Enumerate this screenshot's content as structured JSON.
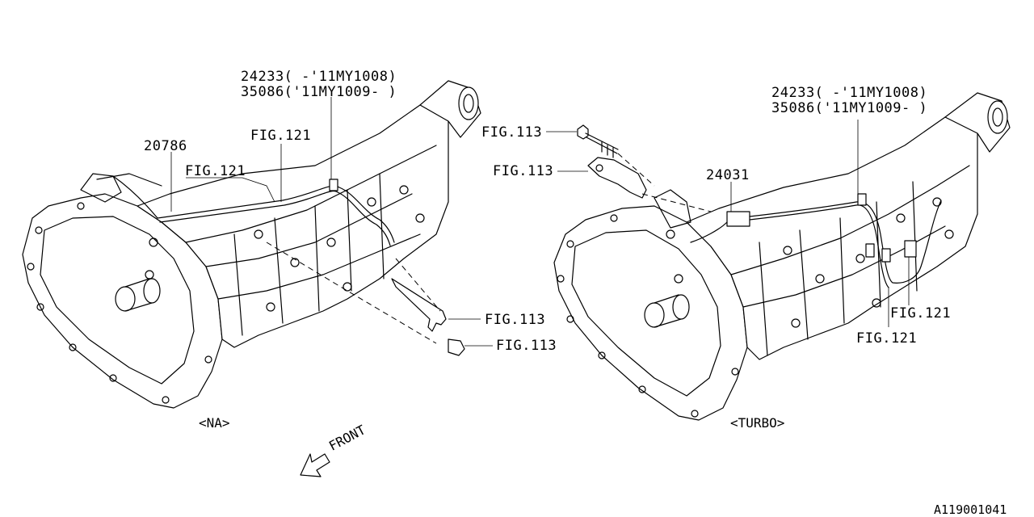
{
  "left_assembly": {
    "caption": "<NA>",
    "labels": {
      "part_24233": "24233( -'11MY1008)",
      "part_35086": "35086('11MY1009- )",
      "fig121_upper": "FIG.121",
      "part_20786": "20786",
      "fig121_lower": "FIG.121",
      "fig113_bracket": "FIG.113",
      "fig113_nut": "FIG.113"
    }
  },
  "right_assembly": {
    "caption": "<TURBO>",
    "labels": {
      "part_24233": "24233( -'11MY1008)",
      "part_35086": "35086('11MY1009- )",
      "fig113_bolt": "FIG.113",
      "fig113_bracket": "FIG.113",
      "part_24031": "24031",
      "fig121_upper": "FIG.121",
      "fig121_lower": "FIG.121"
    }
  },
  "front_indicator": "FRONT",
  "diagram_code": "A119001041"
}
